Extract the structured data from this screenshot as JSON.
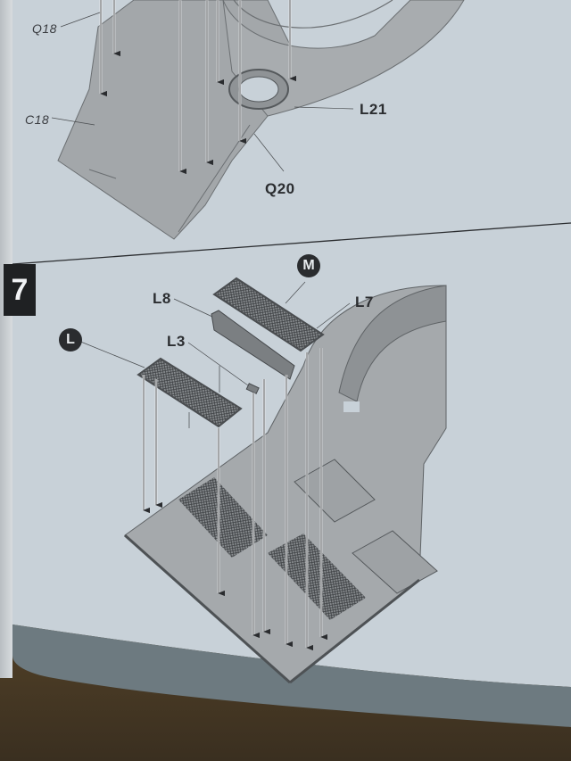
{
  "document": {
    "type": "model kit assembly instructions",
    "colors": {
      "paper": "#c9d2d9",
      "part_gray": "#a4a8ab",
      "ink": "#2b2d30",
      "band": "#6f7c82",
      "desk": "#7a5f34"
    }
  },
  "upper_step": {
    "labels": {
      "q18": "Q18",
      "c18": "C18",
      "l21": "L21",
      "q20": "Q20"
    }
  },
  "step_7": {
    "number": "7",
    "labels": {
      "l8": "L8",
      "l3": "L3",
      "l7": "L7"
    },
    "badges": {
      "sprue_l": "L",
      "sprue_m": "M"
    }
  }
}
